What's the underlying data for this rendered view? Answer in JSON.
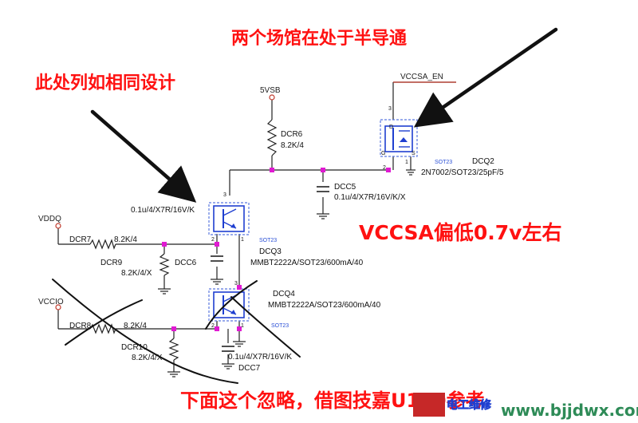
{
  "annotations": {
    "top": "两个场馆在处于半导通",
    "left": "此处列如相同设计",
    "right": "VCCSA偏低0.7v左右",
    "bottom": "下面这个忽略，借图技嘉U110参考"
  },
  "nets": {
    "vsb": "5VSB",
    "vccsa_en": "VCCSA_EN",
    "vddq": "VDDQ",
    "vccio": "VCCIO"
  },
  "parts": {
    "dcr6_ref": "DCR6",
    "dcr6_val": "8.2K/4",
    "dcc5_ref": "DCC5",
    "dcc5_val": "0.1u/4/X7R/16V/K/X",
    "dcq2_pkg": "SOT23",
    "dcq2_ref": "DCQ2",
    "dcq2_val": "2N7002/SOT23/25pF/5",
    "dcq3_cap": "0.1u/4/X7R/16V/K",
    "dcq3_pkg": "SOT23",
    "dcq3_ref": "DCQ3",
    "dcq3_val": "MMBT2222A/SOT23/600mA/40",
    "dcr7_ref": "DCR7",
    "dcr7_val": "8.2K/4",
    "dcr9_ref": "DCR9",
    "dcr9_val": "8.2K/4/X",
    "dcc6_ref": "DCC6",
    "dcq4_ref": "DCQ4",
    "dcq4_val": "MMBT2222A/SOT23/600mA/40",
    "dcq4_pkg": "SOT23",
    "dcr8_ref": "DCR8",
    "dcr8_val": "8.2K/4",
    "dcr10_ref": "DCR10",
    "dcr10_val": "8.2K/4/X",
    "dcc7_val": "0.1u/4/X7R/16V/K",
    "dcc7_ref": "DCC7"
  },
  "pins": {
    "p1": "1",
    "p2": "2",
    "p3": "3",
    "d": "D",
    "s": "S",
    "g": "G"
  },
  "watermark": {
    "brand": "电工维修",
    "url": "www.bjjdwx.com"
  },
  "colors": {
    "wire": "#222222",
    "node": "#e01ad2",
    "net_stub": "#c0392b",
    "annotation": "#ff1111",
    "part_blue": "#1f3fd0",
    "package_box": "#5a78e0"
  }
}
